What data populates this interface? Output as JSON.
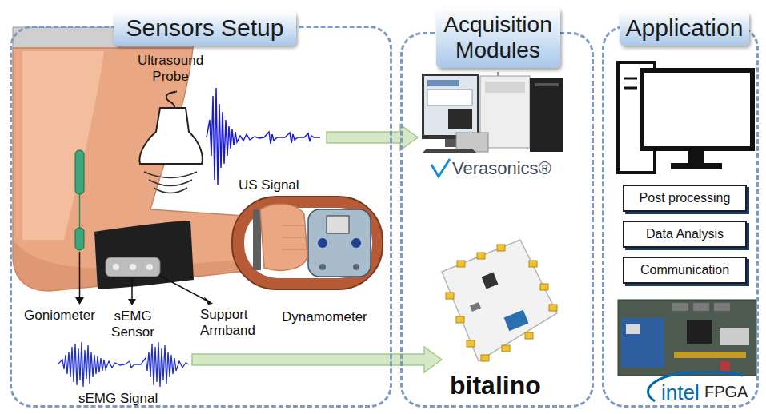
{
  "diagram": {
    "nodes": [
      {
        "text": [
          "Sensors Setup"
        ]
      },
      {
        "text": [
          "Acquisition Modules"
        ]
      },
      {
        "text": [
          "Application"
        ]
      },
      {
        "text": [
          "Post processing"
        ],
        "in": 2
      },
      {
        "text": [
          "Data Analysis"
        ],
        "in": 2
      },
      {
        "text": [
          "Communication"
        ],
        "in": 2
      }
    ],
    "edges": [
      {
        "from": 0,
        "to": 1,
        "arrow": "to"
      },
      {
        "from": 0,
        "to": 1,
        "arrow": "to"
      }
    ],
    "labels": [
      "Ultrasound Probe",
      "US Signal",
      "Goniometer",
      "sEMG Sensor",
      "Support Armband",
      "Dynamometer",
      "sEMG Signal",
      "Verasonics®",
      "bitalino",
      "intel",
      "FPGA"
    ]
  }
}
